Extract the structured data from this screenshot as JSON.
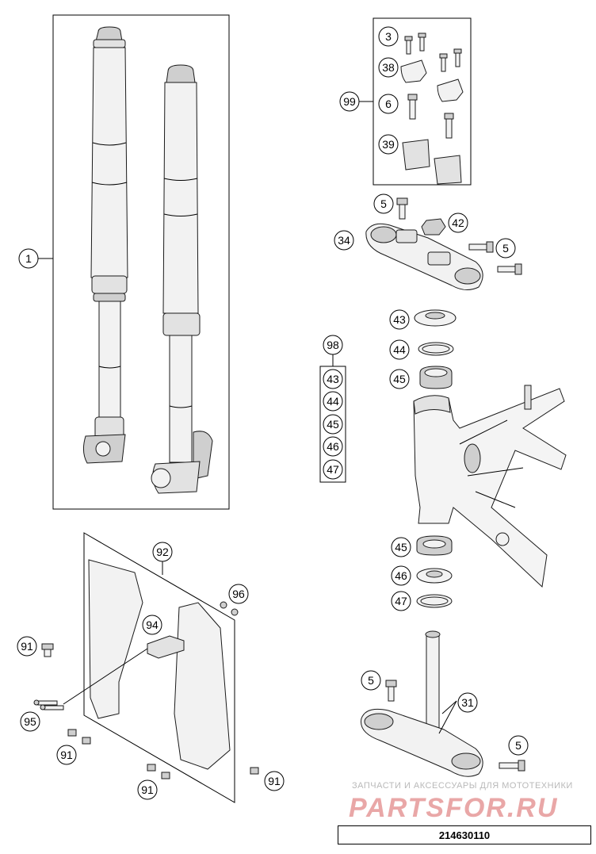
{
  "drawing_number": "214630110",
  "watermark": {
    "caption": "ЗАПЧАСТИ И АКСЕССУАРЫ ДЛЯ МОТОТЕХНИКИ",
    "logo": "PARTSFOR.RU"
  },
  "callouts": {
    "fork_assembly": "1",
    "screw_3": "3",
    "clamp_38": "38",
    "handlebar_kit": "99",
    "screw_6": "6",
    "clamp_39": "39",
    "screw_5_top": "5",
    "nut_42": "42",
    "upper_triple_clamp": "34",
    "screw_5_right": "5",
    "part_43": "43",
    "part_44": "44",
    "part_45_top": "45",
    "bearing_kit": "98",
    "kit_43": "43",
    "kit_44": "44",
    "kit_45": "45",
    "kit_46": "46",
    "kit_47": "47",
    "part_45_bottom": "45",
    "part_46": "46",
    "part_47": "47",
    "fork_protector": "92",
    "clip_94": "94",
    "nut_96": "96",
    "screw_91_left": "91",
    "screw_95": "95",
    "screw_91_bottom_left": "91",
    "screw_91_bottom_mid": "91",
    "screw_91_right": "91",
    "screw_5_lower": "5",
    "lower_triple_clamp": "31",
    "screw_5_lower_right": "5"
  }
}
